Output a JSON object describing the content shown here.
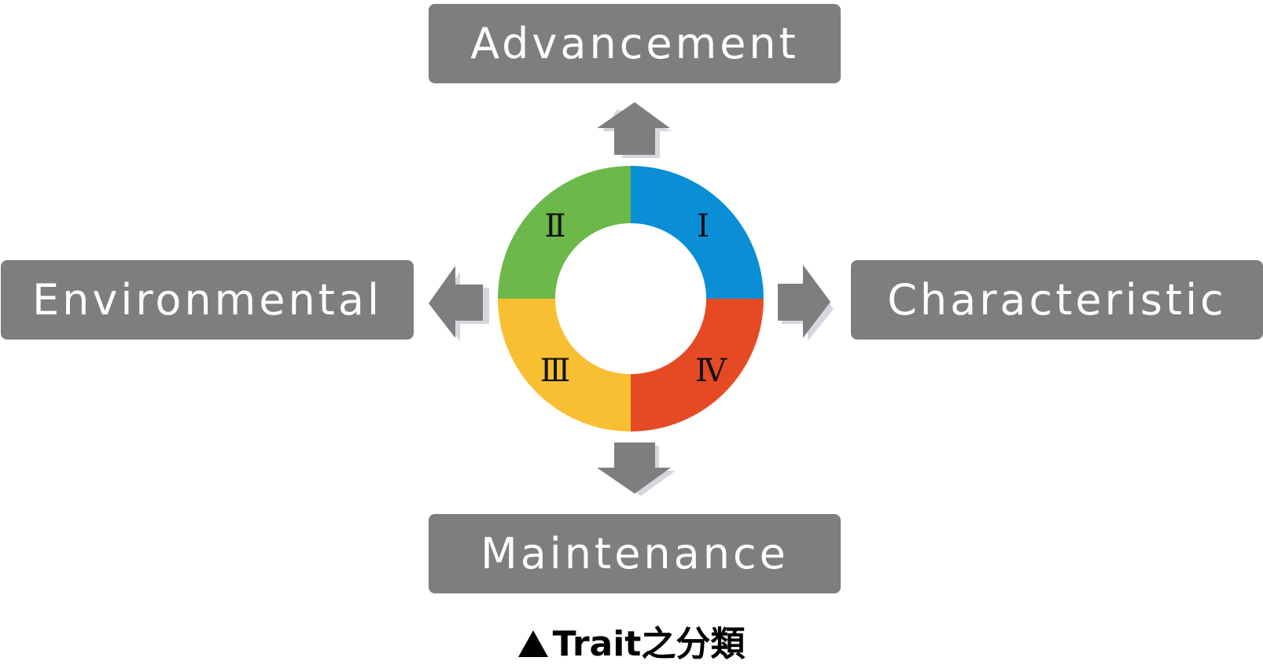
{
  "boxes": {
    "advancement": "Advancement",
    "environmental": "Environmental",
    "characteristic": "Characteristic",
    "maintenance": "Maintenance"
  },
  "quadrants": {
    "q1": "Ⅰ",
    "q2": "Ⅱ",
    "q3": "Ⅲ",
    "q4": "Ⅳ"
  },
  "caption": "Trait之分類",
  "colors": {
    "box": "#7f7d7e",
    "arrow": "#7f7d7e",
    "arrow_shadow": "#d4d8de",
    "quadrant_1": "#0a8fd6",
    "quadrant_2": "#6cb84a",
    "quadrant_3": "#f8bf32",
    "quadrant_4": "#e64a24"
  },
  "icons": {
    "arrow_up": "arrow-up-icon",
    "arrow_down": "arrow-down-icon",
    "arrow_left": "arrow-left-icon",
    "arrow_right": "arrow-right-icon",
    "caption_marker": "triangle-icon"
  }
}
